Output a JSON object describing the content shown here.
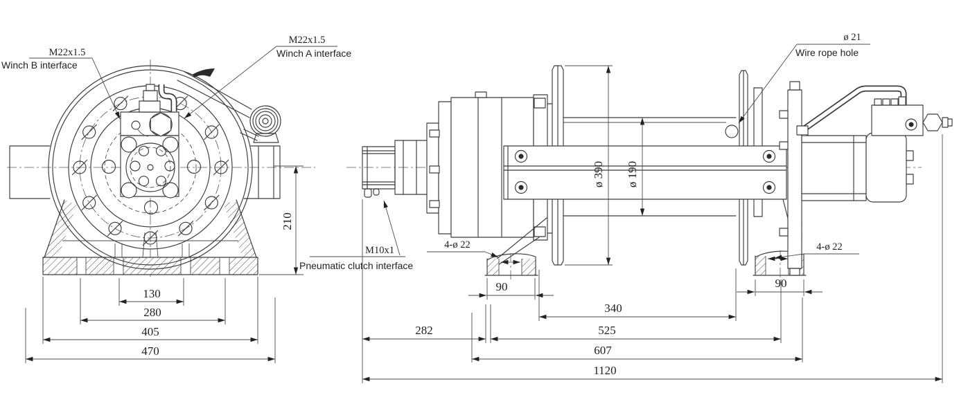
{
  "palette": {
    "background": "#ffffff",
    "line": "#3a3a3a",
    "text": "#1f1f1f"
  },
  "front_view": {
    "leader_winch_b": {
      "thread": "M22x1.5",
      "label": "Winch B interface"
    },
    "leader_winch_a": {
      "thread": "M22x1.5",
      "label": "Winch A interface"
    },
    "dim_height": "210",
    "dim_bolt_pitch": "130",
    "dim_base_inner": "280",
    "dim_base_mid": "405",
    "dim_base_outer": "470"
  },
  "side_view": {
    "leader_wire_rope": {
      "dia": "ø 21",
      "label": "Wire rope hole"
    },
    "leader_clutch": {
      "thread": "M10x1",
      "label": "Pneumatic clutch interface"
    },
    "foot_holes_left": "4-ø 22",
    "foot_holes_right": "4-ø 22",
    "dim_flange_dia": "ø 390",
    "dim_drum_dia": "ø 190",
    "dim_foot_left": "90",
    "dim_foot_right": "90",
    "dim_drum_len": "340",
    "dim_clutch_len": "282",
    "dim_frame_len": "525",
    "dim_flange_span": "607",
    "dim_overall": "1120"
  }
}
